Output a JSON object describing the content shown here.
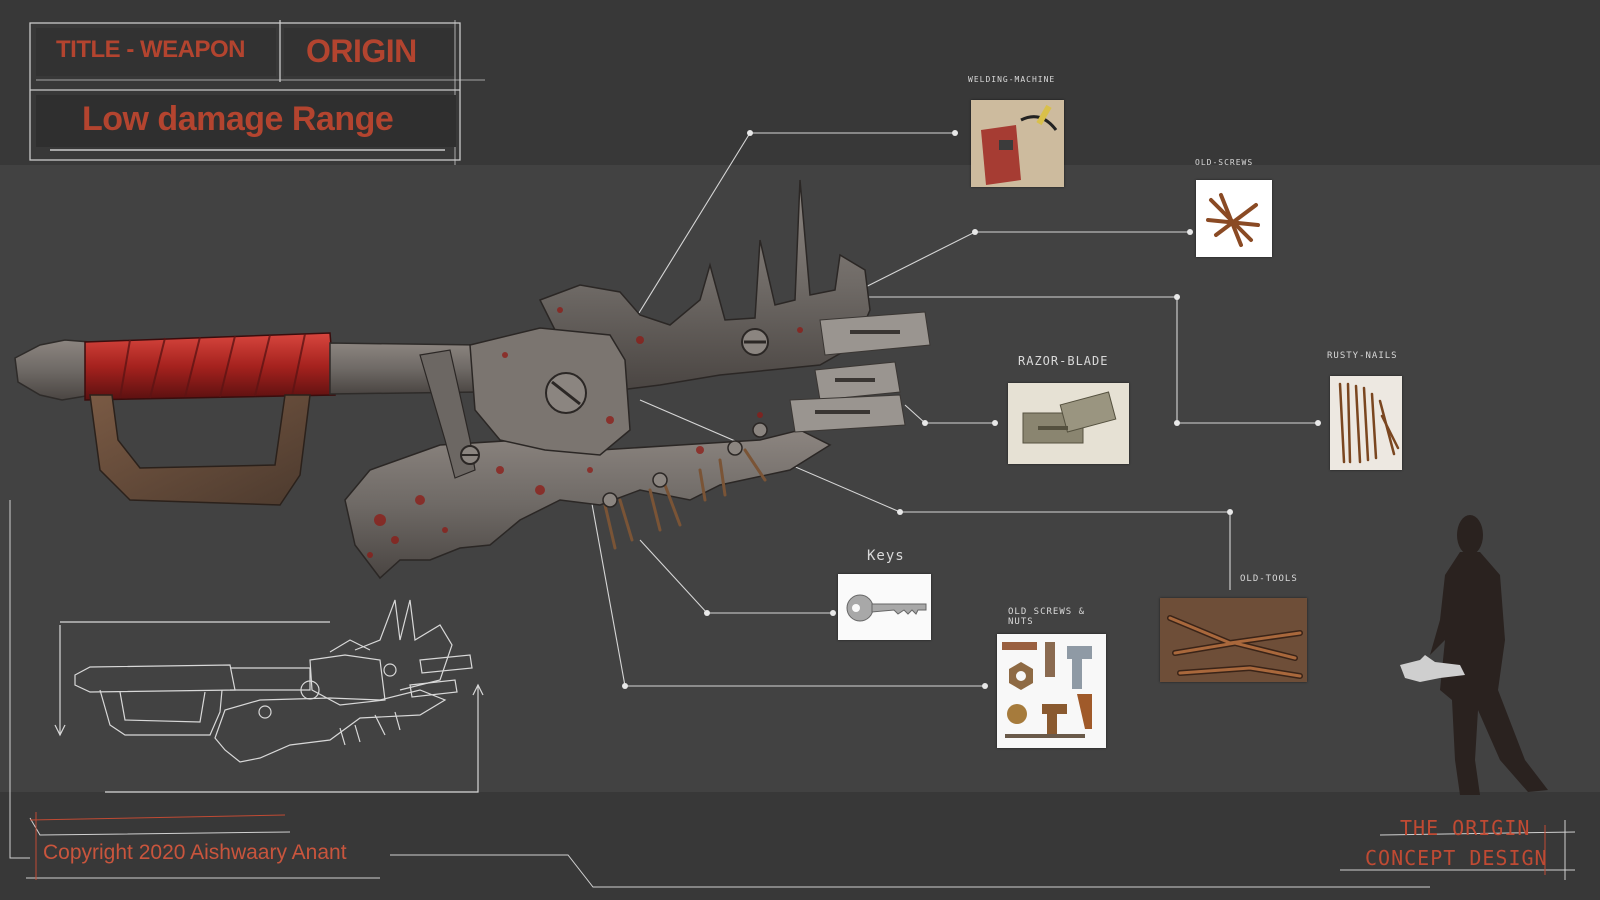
{
  "header": {
    "title_weapon": "TITLE - WEAPON",
    "origin": "ORIGIN",
    "damage": "Low damage Range"
  },
  "labels": {
    "welding_machine": "WELDING-MACHINE",
    "old_screws": "OLD-SCREWS",
    "razor_blade": "RAZOR-BLADE",
    "rusty_nails": "RUSTY-NAILS",
    "keys": "Keys",
    "old_screws_nuts": "OLD SCREWS & NUTS",
    "old_tools": "OLD-TOOLS"
  },
  "footer": {
    "copyright": "Copyright 2020 Aishwaary Anant",
    "brand_line1": "THE ORIGIN",
    "brand_line2": "CONCEPT DESIGN"
  },
  "colors": {
    "accent": "#b3442f",
    "background": "#424242",
    "line": "#d9d9d9"
  }
}
